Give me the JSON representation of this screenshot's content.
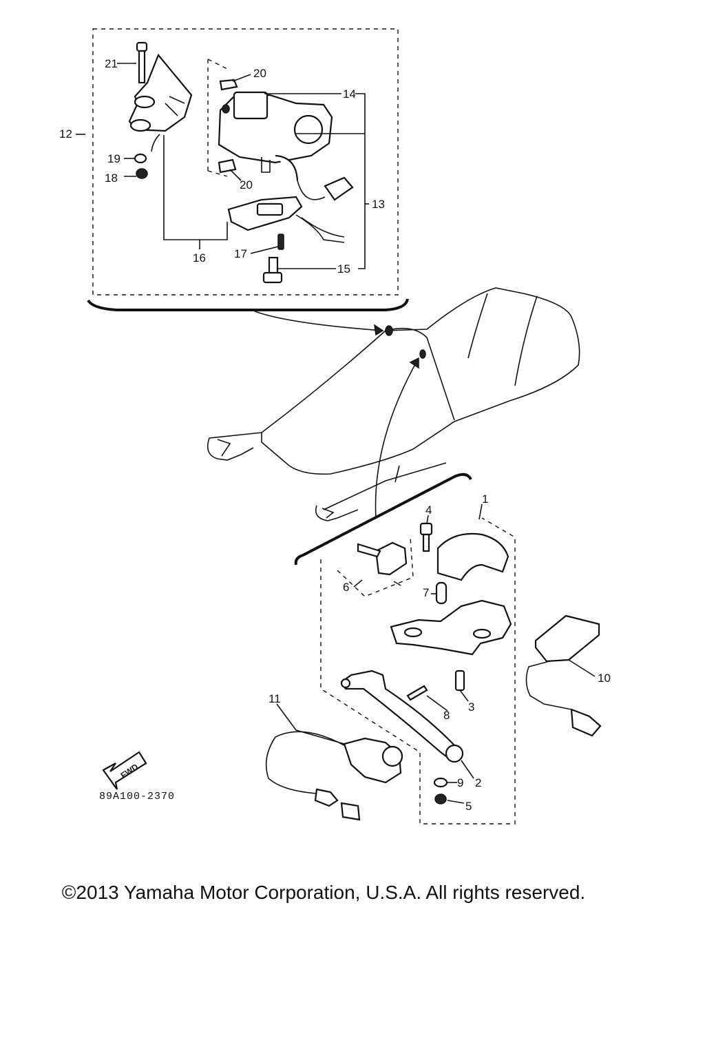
{
  "callouts": {
    "c1": "1",
    "c2": "2",
    "c3": "3",
    "c4": "4",
    "c5": "5",
    "c6": "6",
    "c7": "7",
    "c8": "8",
    "c9": "9",
    "c10": "10",
    "c11": "11",
    "c12": "12",
    "c13": "13",
    "c14": "14",
    "c15": "15",
    "c16": "16",
    "c17": "17",
    "c18": "18",
    "c19": "19",
    "c20a": "20",
    "c20b": "20",
    "c21": "21"
  },
  "fwd_label": "FWD",
  "diagram_code": "89A100-2370",
  "copyright": "©2013 Yamaha Motor Corporation, U.S.A. All rights reserved."
}
